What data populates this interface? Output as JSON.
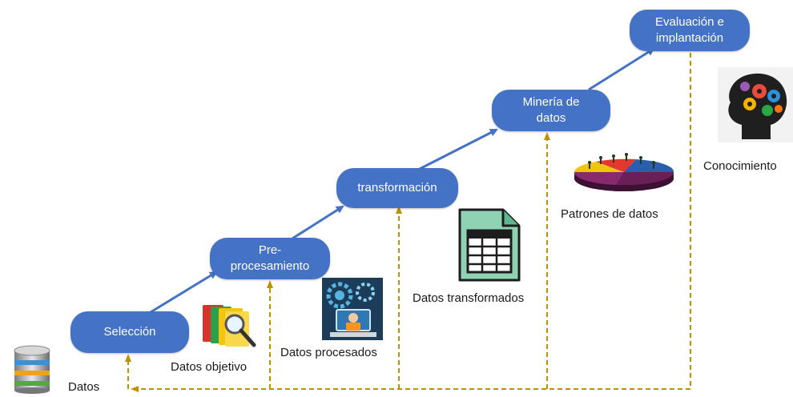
{
  "steps": [
    {
      "id": "seleccion",
      "label": "Selección"
    },
    {
      "id": "preprocesamiento",
      "label": "Pre-\nprocesamiento"
    },
    {
      "id": "transformacion",
      "label": "transformación"
    },
    {
      "id": "mineria",
      "label": "Minería de\ndatos"
    },
    {
      "id": "evaluacion",
      "label": "Evaluación e\nimplantación"
    }
  ],
  "artifacts": {
    "datos": "Datos",
    "datos_objetivo": "Datos objetivo",
    "datos_procesados": "Datos procesados",
    "datos_transformados": "Datos transformados",
    "patrones": "Patrones de datos",
    "conocimiento": "Conocimiento"
  },
  "icons": {
    "datos": "database-icon",
    "datos_objetivo": "folder-magnifier-icon",
    "datos_procesados": "processing-gears-icon",
    "datos_transformados": "spreadsheet-file-icon",
    "patrones": "pie-chart-people-icon",
    "conocimiento": "brain-gears-icon"
  },
  "colors": {
    "node_fill": "#4472c4",
    "flow_arrow": "#4472c4",
    "feedback_line": "#bf9000",
    "text": "#1a1a1a"
  }
}
